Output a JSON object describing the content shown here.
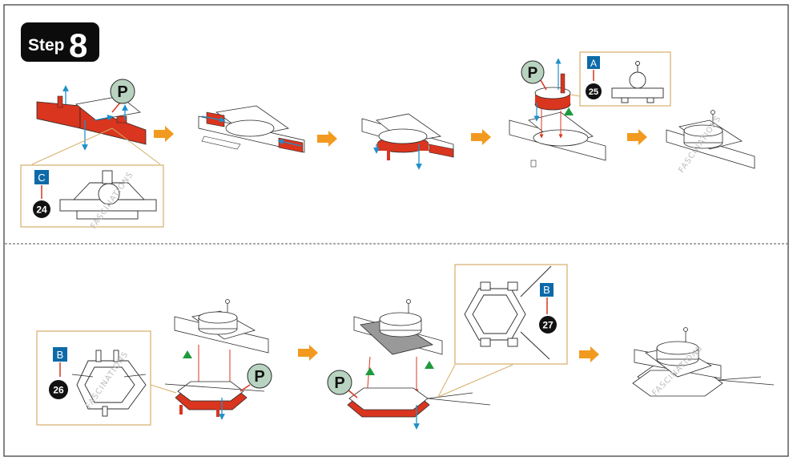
{
  "step": {
    "word": "Step",
    "number": "8"
  },
  "colors": {
    "frame": "#333333",
    "part_red": "#d9351f",
    "part_red_dark": "#a82314",
    "outline": "#2a2a2a",
    "inset_border": "#d6ae6a",
    "arrow_orange": "#f29a1f",
    "move_blue": "#1e90c8",
    "label_blue": "#0d6aa8",
    "p_bubble_fill": "#b9d3c1",
    "green_mark": "#1f9a3c",
    "divider": "#555555",
    "watermark": "#bdbdbd"
  },
  "badges": {
    "p": "P",
    "c": "C",
    "a": "A",
    "b_bottom_left": "B",
    "b_bottom_mid": "B"
  },
  "part_numbers": {
    "c": "24",
    "a": "25",
    "b_bottom_left": "26",
    "b_bottom_mid": "27"
  },
  "watermark": "FASCINATIONS",
  "icons": {
    "flow_arrow": "orange-right-arrow-icon",
    "move_arrow": "blue-direction-arrow-icon",
    "press_mark": "green-triangle-icon"
  }
}
